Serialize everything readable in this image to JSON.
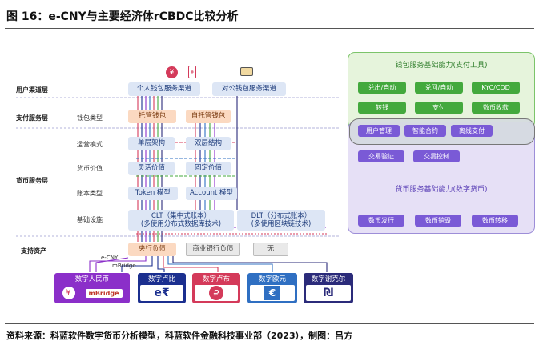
{
  "title": "图 16：e-CNY与主要经济体rCBDC比较分析",
  "source": "资料来源：科蓝软件数字货币分析模型，科蓝软件金融科技事业部（2023），制图：吕方",
  "layers": {
    "user_channel": "用户渠道层",
    "payment_service": "支付服务层",
    "currency_service": "货币服务层",
    "support_asset": "支持资产"
  },
  "sublabels": {
    "wallet_type": "钱包类型",
    "operation_mode": "运营模式",
    "currency_value": "货币价值",
    "account_type": "账本类型",
    "infrastructure": "基础设施"
  },
  "boxes": {
    "personal_wallet": "个人钱包服务渠道",
    "corporate_wallet": "对公钱包服务渠道",
    "custodial_wallet": "托管钱包",
    "self_custody_wallet": "自托管钱包",
    "single_layer": "单层架构",
    "dual_layer": "双层结构",
    "flexible_value": "灵活价值",
    "fixed_value": "固定价值",
    "token_model": "Token 模型",
    "account_model": "Account 模型",
    "clt_line1": "CLT（集中式账本）",
    "clt_line2": "(多使用分布式数据库技术)",
    "dlt_line1": "DLT（分布式账本）",
    "dlt_line2": "(多使用区块链技术)",
    "central_bank_liability": "央行负债",
    "commercial_bank_liability": "商业银行负债",
    "none": "无"
  },
  "link_labels": {
    "ecny": "e-CNY",
    "mbridge": "mBridge"
  },
  "currencies": [
    {
      "name": "数字人民币",
      "symbol": "mBridge",
      "color": "#8b2fc9"
    },
    {
      "name": "数字卢比",
      "symbol": "e₹",
      "color": "#1b2f8f"
    },
    {
      "name": "数字卢布",
      "symbol": "₽",
      "color": "#d43a5a"
    },
    {
      "name": "数字欧元",
      "symbol": "€",
      "color": "#2f6fc2"
    },
    {
      "name": "数字谢克尔",
      "symbol": "₪",
      "color": "#2b2b7a"
    }
  ],
  "wallet_panel": {
    "title": "钱包服务基础能力(支付工具)",
    "buttons": [
      "兑出/自动",
      "兑回/自动",
      "KYC/CDD",
      "转钱",
      "支付",
      "数币收款"
    ]
  },
  "shared_panel": {
    "buttons": [
      "用户管理",
      "智能合约",
      "离线支付",
      "交易验证",
      "交易控制"
    ]
  },
  "currency_panel": {
    "title": "货币服务基础能力(数字货币)",
    "buttons": [
      "数币发行",
      "数币销毁",
      "数币转移"
    ]
  },
  "icons": [
    "yuan-coin-icon",
    "mobile-phone-icon",
    "computer-terminal-icon"
  ],
  "colors": {
    "green_button": "#43a93d",
    "purple_button": "#7a5ad6",
    "blue_box": "#dde6f5",
    "orange_box": "#fbd9c1"
  }
}
